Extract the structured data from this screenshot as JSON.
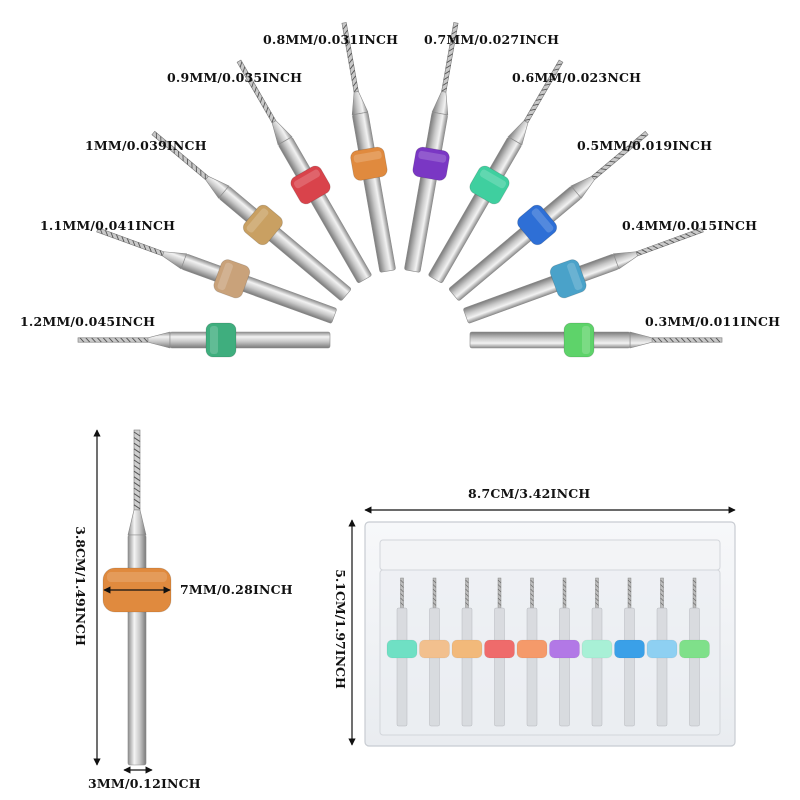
{
  "fan": {
    "bits": [
      {
        "label": "1.2MM/0.045INCH",
        "color": "#3fae7e"
      },
      {
        "label": "1.1MM/0.041INCH",
        "color": "#c9a27a"
      },
      {
        "label": "1MM/0.039INCH",
        "color": "#c9a062"
      },
      {
        "label": "0.9MM/0.035INCH",
        "color": "#d9434b"
      },
      {
        "label": "0.8MM/0.031INCH",
        "color": "#e08a3e"
      },
      {
        "label": "0.7MM/0.027INCH",
        "color": "#7a37c4"
      },
      {
        "label": "0.6MM/0.023NCH",
        "color": "#3fcf9f"
      },
      {
        "label": "0.5MM/0.019INCH",
        "color": "#2e6fd6"
      },
      {
        "label": "0.4MM/0.015INCH",
        "color": "#4aa2c9"
      },
      {
        "label": "0.3MM/0.011INCH",
        "color": "#5ed36a"
      }
    ]
  },
  "single_bit": {
    "length_label": "3.8CM/1.49INCH",
    "collar_label": "7MM/0.28INCH",
    "shank_label": "3MM/0.12INCH",
    "collar_color": "#e08a3e"
  },
  "box": {
    "width_label": "8.7CM/3.42INCH",
    "height_label": "5.1CM/1.97INCH",
    "collar_colors": [
      "#6fe0c4",
      "#f2c08e",
      "#f2b97a",
      "#ef6b6b",
      "#f59a6a",
      "#b278e6",
      "#a8f0d6",
      "#3aa0e8",
      "#8ed0f2",
      "#7fe08a"
    ]
  }
}
